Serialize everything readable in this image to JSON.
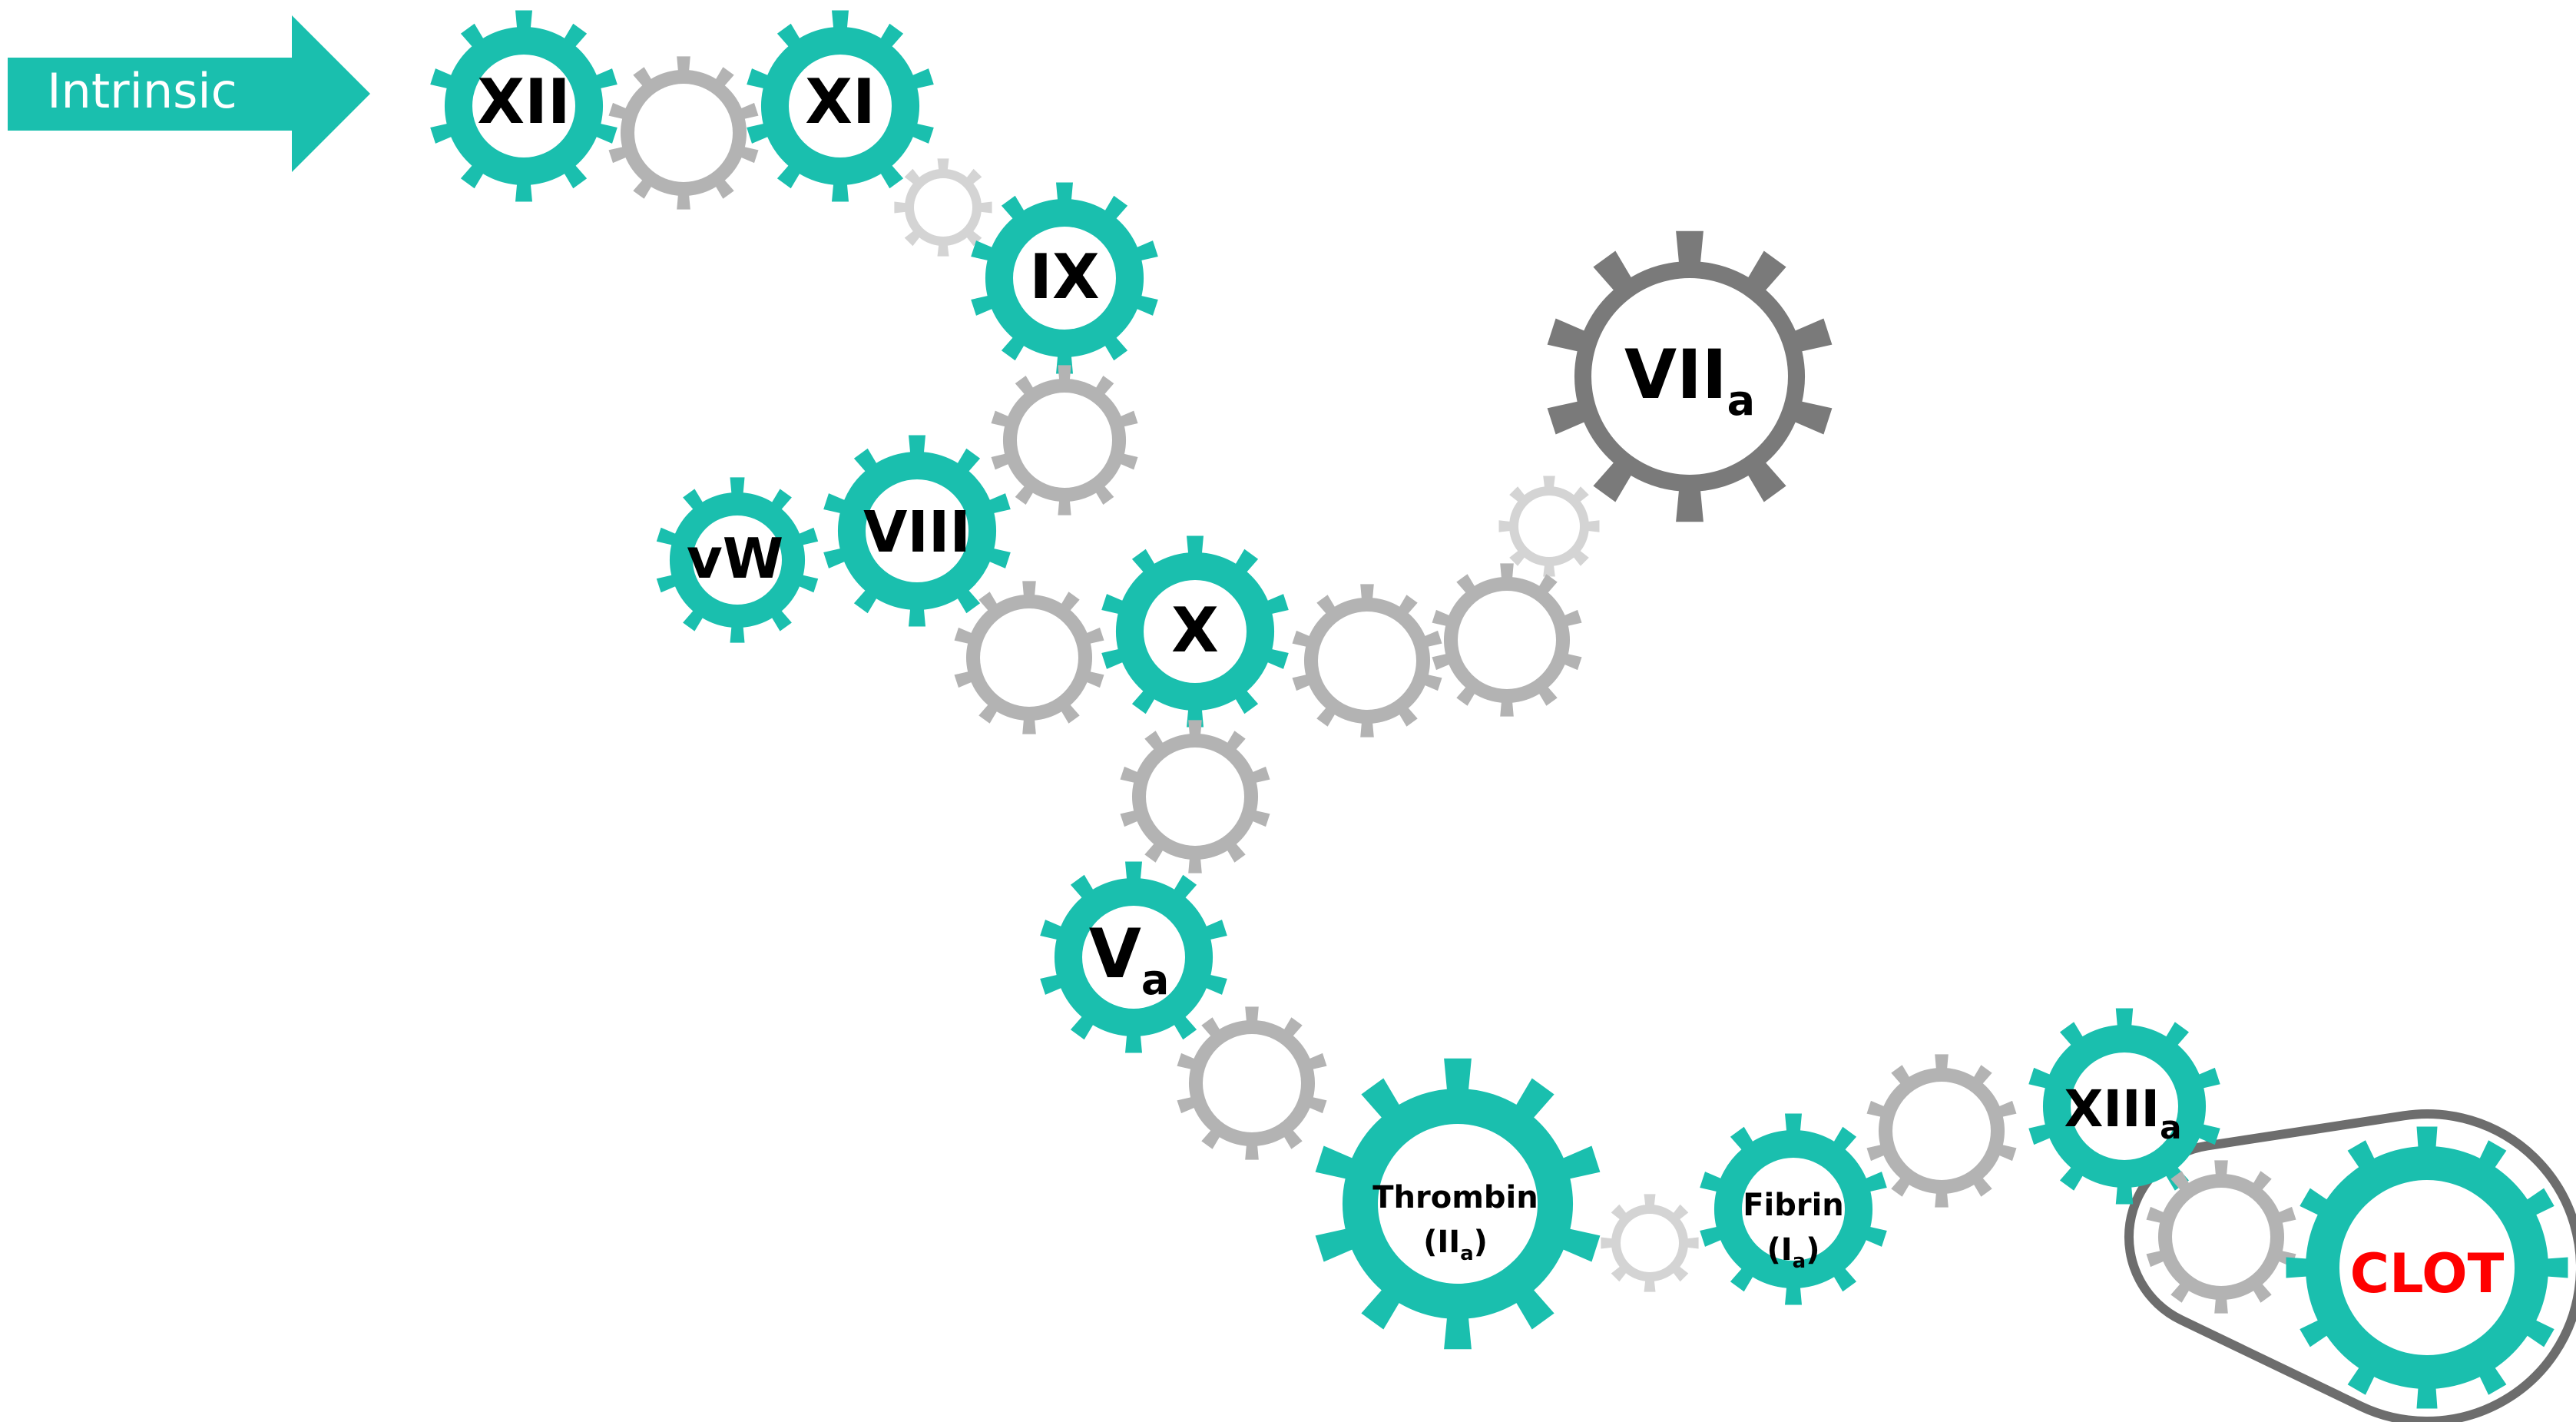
{
  "colors": {
    "active": "#1abfae",
    "connector": "#b3b3b3",
    "connector_light": "#d4d4d4",
    "extrinsic": "#7a7a7a",
    "belt": "#6d6d6d",
    "clot_text": "#ff0000",
    "label": "#000000",
    "gear_inner": "#ffffff"
  },
  "arrow": {
    "label": "Intrinsic"
  },
  "gears": {
    "xii": {
      "label": "XII"
    },
    "xi": {
      "label": "XI"
    },
    "ix": {
      "label": "IX"
    },
    "viia": {
      "label": "VII",
      "subscript": "a"
    },
    "vw": {
      "label": "vW"
    },
    "viii": {
      "label": "VIII"
    },
    "x": {
      "label": "X"
    },
    "va": {
      "label": "V",
      "subscript": "a"
    },
    "thrombin": {
      "label": "Thrombin",
      "label2_open": "(II",
      "subscript": "a",
      "label2_close": ")"
    },
    "fibrin": {
      "label": "Fibrin",
      "label2_open": "(I",
      "subscript": "a",
      "label2_close": ")"
    },
    "xiiia": {
      "label": "XIII",
      "subscript": "a"
    },
    "clot": {
      "label": "CLOT"
    }
  }
}
